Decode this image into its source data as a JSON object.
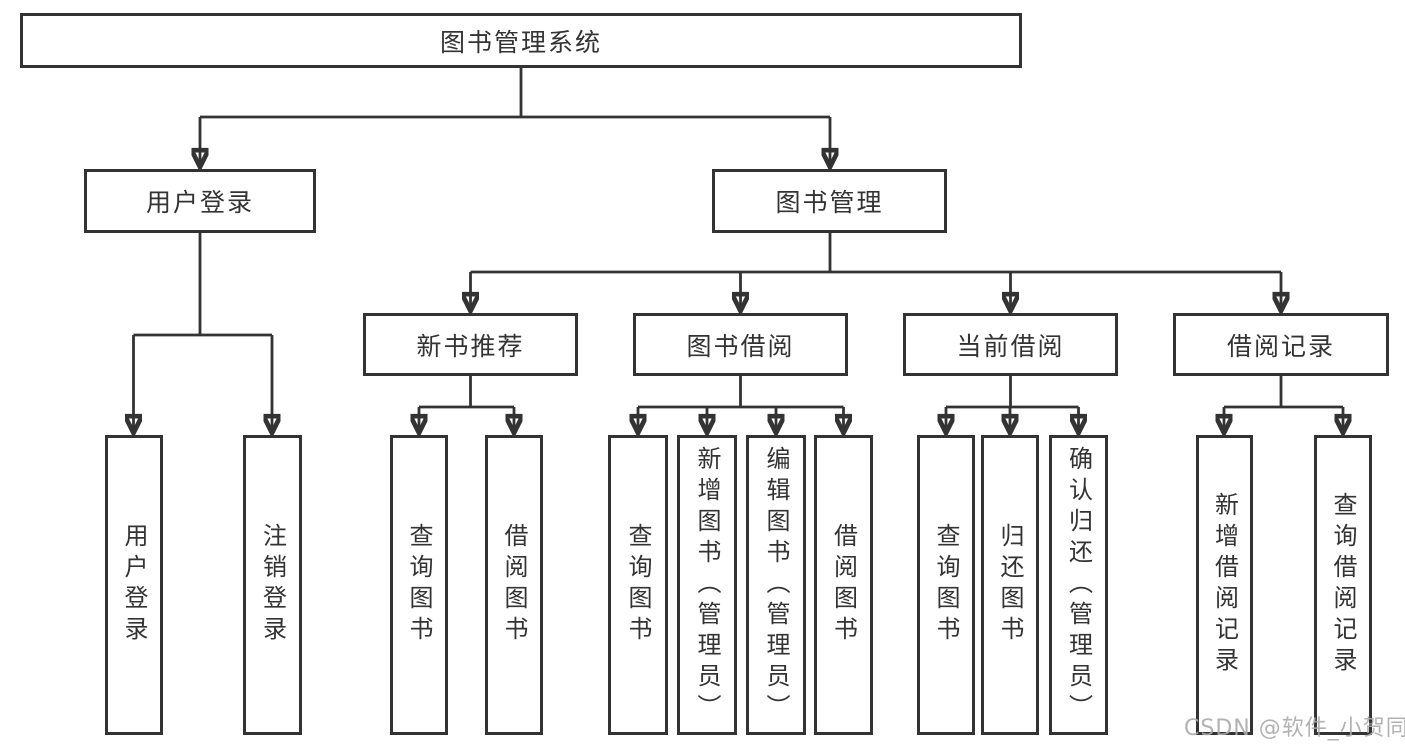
{
  "diagram": {
    "title": "图书管理系统",
    "root": {
      "label": "图书管理系统"
    },
    "branches": [
      {
        "label": "用户登录",
        "children": [
          {
            "label": "用户登录"
          },
          {
            "label": "注销登录"
          }
        ]
      },
      {
        "label": "图书管理",
        "children": [
          {
            "label": "新书推荐",
            "children": [
              {
                "label": "查询图书"
              },
              {
                "label": "借阅图书"
              }
            ]
          },
          {
            "label": "图书借阅",
            "children": [
              {
                "label": "查询图书"
              },
              {
                "label": "新增图书（管理员）"
              },
              {
                "label": "编辑图书（管理员）"
              },
              {
                "label": "借阅图书"
              }
            ]
          },
          {
            "label": "当前借阅",
            "children": [
              {
                "label": "查询图书"
              },
              {
                "label": "归还图书"
              },
              {
                "label": "确认归还（管理员）"
              }
            ]
          },
          {
            "label": "借阅记录",
            "children": [
              {
                "label": "新增借阅记录"
              },
              {
                "label": "查询借阅记录"
              }
            ]
          }
        ]
      }
    ]
  },
  "watermark": {
    "text": "CSDN @软件_小贺同学"
  },
  "colors": {
    "line": "#333333",
    "text": "#333333",
    "box_background": "#ffffff",
    "watermark": "#aaaaaa",
    "background": "#ffffff"
  }
}
